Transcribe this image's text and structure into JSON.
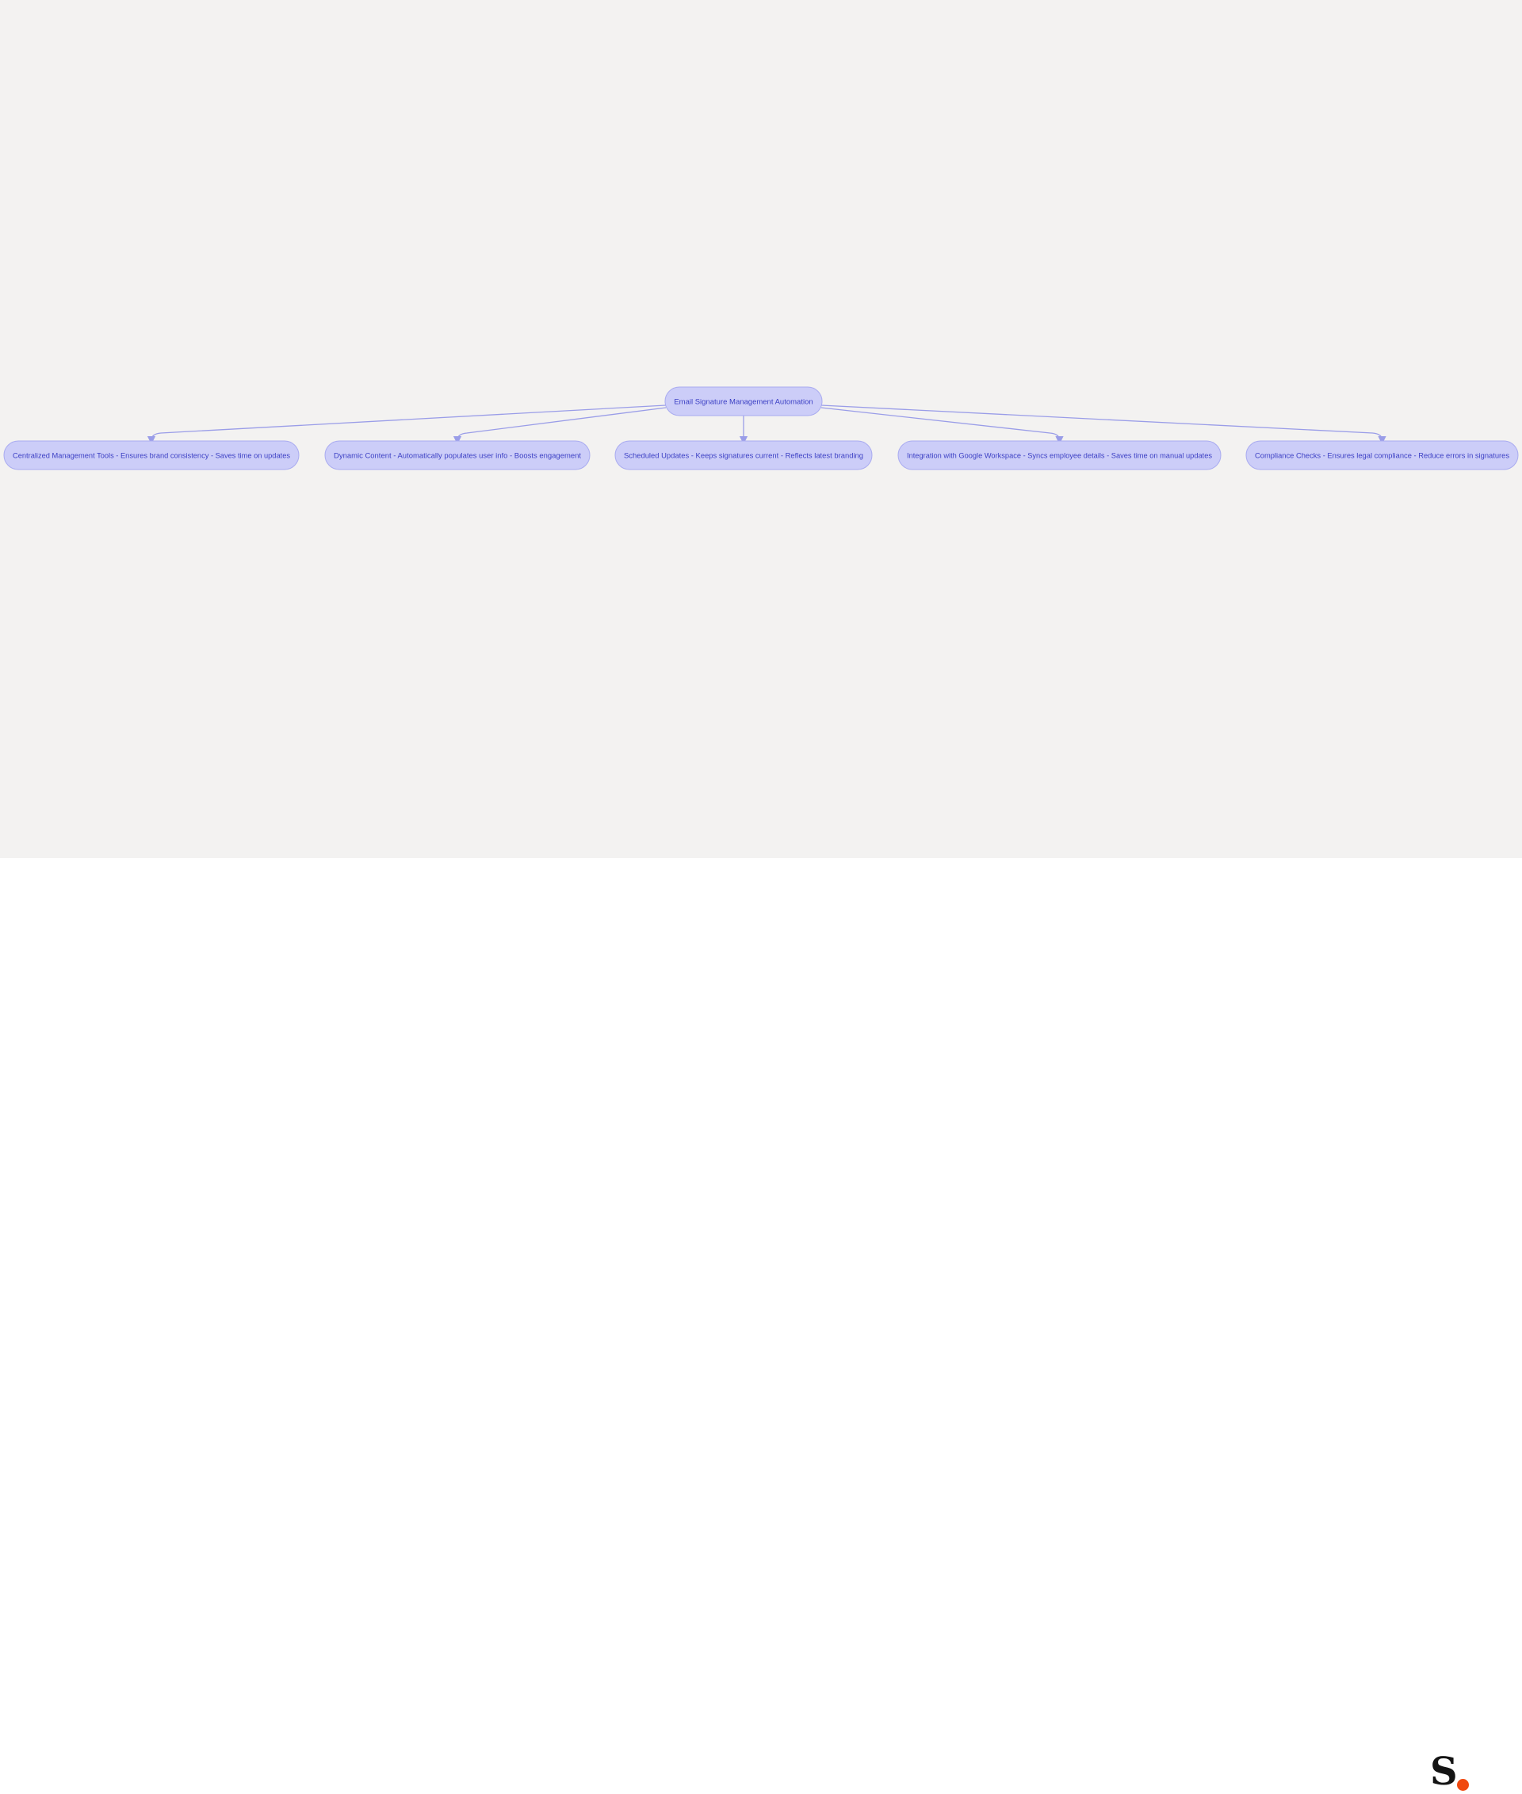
{
  "diagram": {
    "type": "tree",
    "root": {
      "id": "root",
      "label": "Email Signature Management Automation"
    },
    "children": [
      {
        "id": "c1",
        "label": "Centralized Management Tools - Ensures brand consistency - Saves time on updates"
      },
      {
        "id": "c2",
        "label": "Dynamic Content - Automatically populates user info - Boosts engagement"
      },
      {
        "id": "c3",
        "label": "Scheduled Updates - Keeps signatures current - Reflects latest branding"
      },
      {
        "id": "c4",
        "label": "Integration with Google Workspace - Syncs employee details - Saves time on manual updates"
      },
      {
        "id": "c5",
        "label": "Compliance Checks - Ensures legal compliance - Reduce errors in signatures"
      }
    ],
    "colors": {
      "node_fill": "#cccdf8",
      "node_border": "#a9abf0",
      "node_text": "#3b3fc4",
      "edge": "#9a9de8",
      "background": "#f3f2f1"
    }
  },
  "logo": {
    "letter": "S",
    "dot_color": "#f0490f",
    "letter_color": "#141414"
  }
}
